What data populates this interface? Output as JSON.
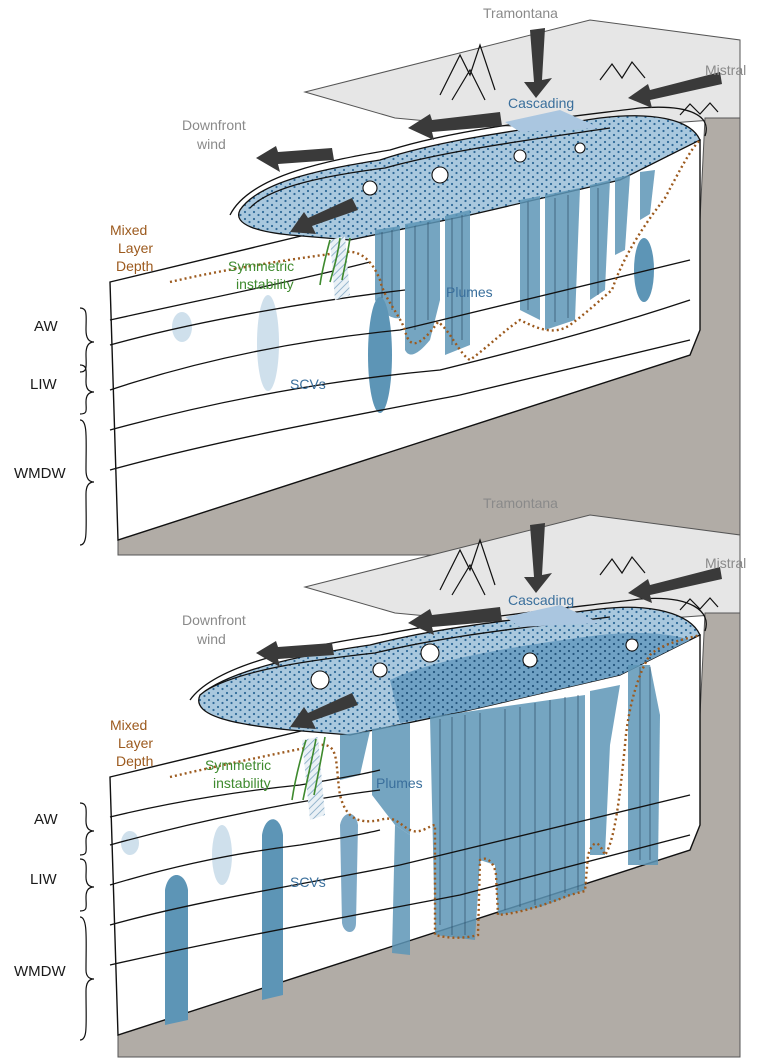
{
  "panels": [
    {
      "id": "top",
      "labels": {
        "tramontana": "Tramontana",
        "mistral": "Mistral",
        "cascading": "Cascading",
        "downfront_wind": [
          "Downfront",
          "wind"
        ],
        "mixed_layer_depth": [
          "Mixed",
          "Layer",
          "Depth"
        ],
        "symmetric_instability": [
          "Symmetric",
          "instability"
        ],
        "plumes": "Plumes",
        "scvs": "SCVs"
      },
      "water_masses": [
        "AW",
        "LIW",
        "WMDW"
      ]
    },
    {
      "id": "bottom",
      "labels": {
        "tramontana": "Tramontana",
        "mistral": "Mistral",
        "cascading": "Cascading",
        "downfront_wind": [
          "Downfront",
          "wind"
        ],
        "mixed_layer_depth": [
          "Mixed",
          "Layer",
          "Depth"
        ],
        "symmetric_instability": [
          "Symmetric",
          "instability"
        ],
        "plumes": "Plumes",
        "scvs": "SCVs"
      },
      "water_masses": [
        "AW",
        "LIW",
        "WMDW"
      ]
    }
  ],
  "colors": {
    "water_blue": "#5d95b6",
    "light_blue": "#cfe0ec",
    "seabed": "#b1aca6",
    "land": "#e6e6e6",
    "mld": "#9c5a1e",
    "instability": "#3e8a2e",
    "arrow": "#3a3a3a"
  }
}
